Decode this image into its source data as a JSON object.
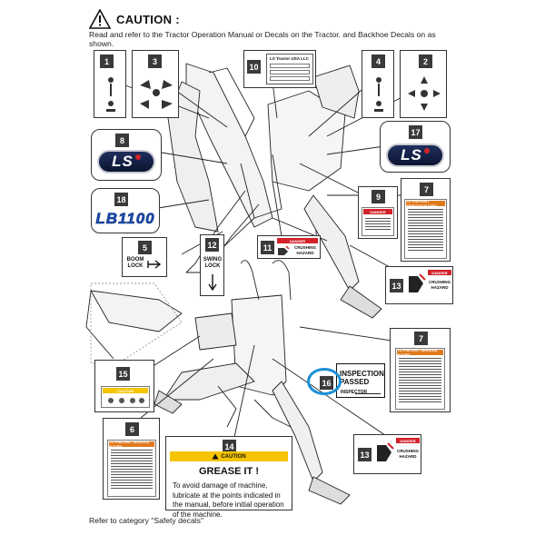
{
  "header": {
    "title": "CAUTION :",
    "text": "Read and refer to the Tractor Operation Manual or Decals on the Tractor. and Backhoe Decals on as shown."
  },
  "footer": {
    "text": "Refer to category \"Safety decals\""
  },
  "callouts": {
    "n1": "1",
    "n2": "2",
    "n3": "3",
    "n4": "4",
    "n5": "5",
    "n6": "6",
    "n7a": "7",
    "n7b": "7",
    "n8": "8",
    "n9": "9",
    "n10": "10",
    "n11": "11",
    "n12": "12",
    "n13a": "13",
    "n13b": "13",
    "n14": "14",
    "n15": "15",
    "n16": "16",
    "n17": "17",
    "n18": "18"
  },
  "decals": {
    "boom_lock": "BOOM LOCK",
    "swing_lock": "SWING LOCK",
    "crushing_hazard": "CRUSHING HAZARD",
    "danger": "DANGER",
    "to_prevent": "TO PREVENT SERIOUS INJURY",
    "inspection": "INSPECTION PASSED",
    "inspector": "INSPECTOR",
    "ls_logo": "LS",
    "lb_logo": "LB1100",
    "ls_tractor": "LS Tractor USA LLC",
    "grease_caution": "CAUTION",
    "grease_title": "GREASE IT !",
    "grease_text": "To avoid damage of machine, lubricate at the points indicated in the manual, before initial operation of the machine."
  },
  "colors": {
    "callout_bg": "#3a3a3a",
    "highlight": "#1a8fd6",
    "danger": "#d2232a",
    "caution": "#f4c400",
    "ls_navy": "#0b1530"
  }
}
